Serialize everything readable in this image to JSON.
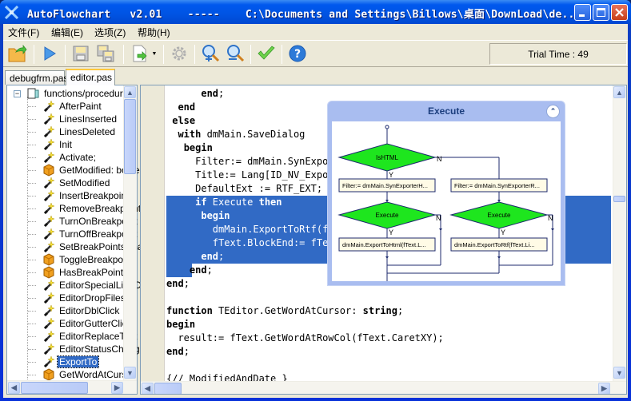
{
  "window": {
    "title": "AutoFlowchart   v2.01    -----    C:\\Documents and Settings\\Billows\\桌面\\DownLoad\\de...",
    "controls": {
      "minimize": "minimize",
      "maximize": "maximize",
      "close": "close"
    }
  },
  "menubar": {
    "items": [
      {
        "label": "文件(F)"
      },
      {
        "label": "编辑(E)"
      },
      {
        "label": "选项(Z)"
      },
      {
        "label": "帮助(H)"
      }
    ]
  },
  "toolbar": {
    "buttons": [
      {
        "icon": "open-folder-icon"
      },
      {
        "icon": "play-icon"
      },
      {
        "icon": "save-icon"
      },
      {
        "icon": "save-all-icon"
      },
      {
        "icon": "export-icon",
        "dropdown": true
      },
      {
        "icon": "gear-icon"
      },
      {
        "icon": "zoom-in-icon"
      },
      {
        "icon": "zoom-out-icon"
      },
      {
        "icon": "check-icon"
      },
      {
        "icon": "help-icon"
      }
    ],
    "trial_time": "Trial Time : 49"
  },
  "tabs": [
    {
      "label": "debugfrm.pas",
      "active": false
    },
    {
      "label": "editor.pas",
      "active": true
    }
  ],
  "tree": {
    "root": "functions/procedures",
    "items": [
      {
        "label": "AfterPaint",
        "icon": "wand"
      },
      {
        "label": "LinesInserted",
        "icon": "wand"
      },
      {
        "label": "LinesDeleted",
        "icon": "wand"
      },
      {
        "label": "Init",
        "icon": "wand"
      },
      {
        "label": "Activate;",
        "icon": "wand"
      },
      {
        "label": "GetModified: boolean",
        "icon": "cube"
      },
      {
        "label": "SetModified",
        "icon": "wand"
      },
      {
        "label": "InsertBreakpoint",
        "icon": "wand"
      },
      {
        "label": "RemoveBreakpoint",
        "icon": "wand"
      },
      {
        "label": "TurnOnBreakpoint",
        "icon": "wand"
      },
      {
        "label": "TurnOffBreakpoint",
        "icon": "wand"
      },
      {
        "label": "SetBreakPointsChanged",
        "icon": "wand"
      },
      {
        "label": "ToggleBreakpoint",
        "icon": "cube"
      },
      {
        "label": "HasBreakPoint",
        "icon": "cube"
      },
      {
        "label": "EditorSpecialLineColors",
        "icon": "wand"
      },
      {
        "label": "EditorDropFiles",
        "icon": "wand"
      },
      {
        "label": "EditorDblClick",
        "icon": "wand"
      },
      {
        "label": "EditorGutterClick",
        "icon": "wand"
      },
      {
        "label": "EditorReplaceText",
        "icon": "wand"
      },
      {
        "label": "EditorStatusChange",
        "icon": "wand"
      },
      {
        "label": "ExportTo",
        "icon": "wand",
        "selected": true
      },
      {
        "label": "GetWordAtCursor",
        "icon": "cube"
      }
    ]
  },
  "editor": {
    "lines": [
      {
        "indent": "      ",
        "parts": [
          {
            "t": "end",
            "kw": true
          },
          {
            "t": ";"
          }
        ]
      },
      {
        "indent": "  ",
        "parts": [
          {
            "t": "end",
            "kw": true
          }
        ]
      },
      {
        "indent": " ",
        "parts": [
          {
            "t": "else",
            "kw": true
          }
        ]
      },
      {
        "indent": "  ",
        "parts": [
          {
            "t": "with",
            "kw": true
          },
          {
            "t": " dmMain.SaveDialog "
          }
        ]
      },
      {
        "indent": "   ",
        "parts": [
          {
            "t": "begin",
            "kw": true
          }
        ]
      },
      {
        "indent": "     ",
        "parts": [
          {
            "t": "Filter:= dmMain.SynExporterRTF.DefaultFilter;"
          }
        ]
      },
      {
        "indent": "     ",
        "parts": [
          {
            "t": "Title:= Lang[ID_NV_ExportToRTF];"
          }
        ]
      },
      {
        "indent": "     ",
        "parts": [
          {
            "t": "DefaultExt := RTF_EXT;"
          }
        ]
      },
      {
        "indent": "     ",
        "parts": [
          {
            "t": "if",
            "kw": true
          },
          {
            "t": " Execute "
          },
          {
            "t": "then",
            "kw": true
          }
        ],
        "selected": true
      },
      {
        "indent": "      ",
        "parts": [
          {
            "t": "begin",
            "kw": true
          }
        ],
        "selected": true
      },
      {
        "indent": "        ",
        "parts": [
          {
            "t": "dmMain.ExportToRtf(fText.Lines, fText.Highlighter, FileName);"
          }
        ],
        "selected": true
      },
      {
        "indent": "        ",
        "parts": [
          {
            "t": "fText.BlockEnd:= fText.BlockBegin;"
          }
        ],
        "selected": true
      },
      {
        "indent": "      ",
        "parts": [
          {
            "t": "end",
            "kw": true
          },
          {
            "t": ";"
          }
        ],
        "selected": true
      },
      {
        "indent": "    ",
        "parts": [
          {
            "t": "end",
            "kw": true
          },
          {
            "t": ";"
          }
        ],
        "partial_selected": true
      },
      {
        "indent": "",
        "parts": [
          {
            "t": "end",
            "kw": true
          },
          {
            "t": ";"
          }
        ]
      },
      {
        "indent": "",
        "parts": []
      },
      {
        "indent": "",
        "parts": [
          {
            "t": "function",
            "kw": true
          },
          {
            "t": " TEditor.GetWordAtCursor: "
          },
          {
            "t": "string",
            "kw": true
          },
          {
            "t": ";"
          }
        ]
      },
      {
        "indent": "",
        "parts": [
          {
            "t": "begin",
            "kw": true
          }
        ]
      },
      {
        "indent": "  ",
        "parts": [
          {
            "t": "result:= fText.GetWordAtRowCol(fText.CaretXY);"
          }
        ]
      },
      {
        "indent": "",
        "parts": [
          {
            "t": "end",
            "kw": true
          },
          {
            "t": ";"
          }
        ]
      },
      {
        "indent": "",
        "parts": []
      },
      {
        "indent": "",
        "parts": [
          {
            "t": "{// ModifiedAndDate }"
          }
        ]
      }
    ]
  },
  "flowchart_popup": {
    "title": "Execute",
    "collapse_icon": "collapse-up-icon",
    "nodes": {
      "decision_1": "IsHTML",
      "left_process_1": "Filter:= dmMain.SynExporterH...",
      "right_process_1": "Filter:= dmMain.SynExporterR...",
      "left_decision": "Execute",
      "right_decision": "Execute",
      "left_process_2": "dmMain.ExportToHtml(fText.L...",
      "right_process_2": "dmMain.ExportToRtf(fText.Li..."
    },
    "labels": {
      "yes": "Y",
      "no": "N"
    },
    "colors": {
      "decision": "#1ee61e",
      "process": "#fffbe6",
      "line": "#1c2a6e"
    }
  }
}
